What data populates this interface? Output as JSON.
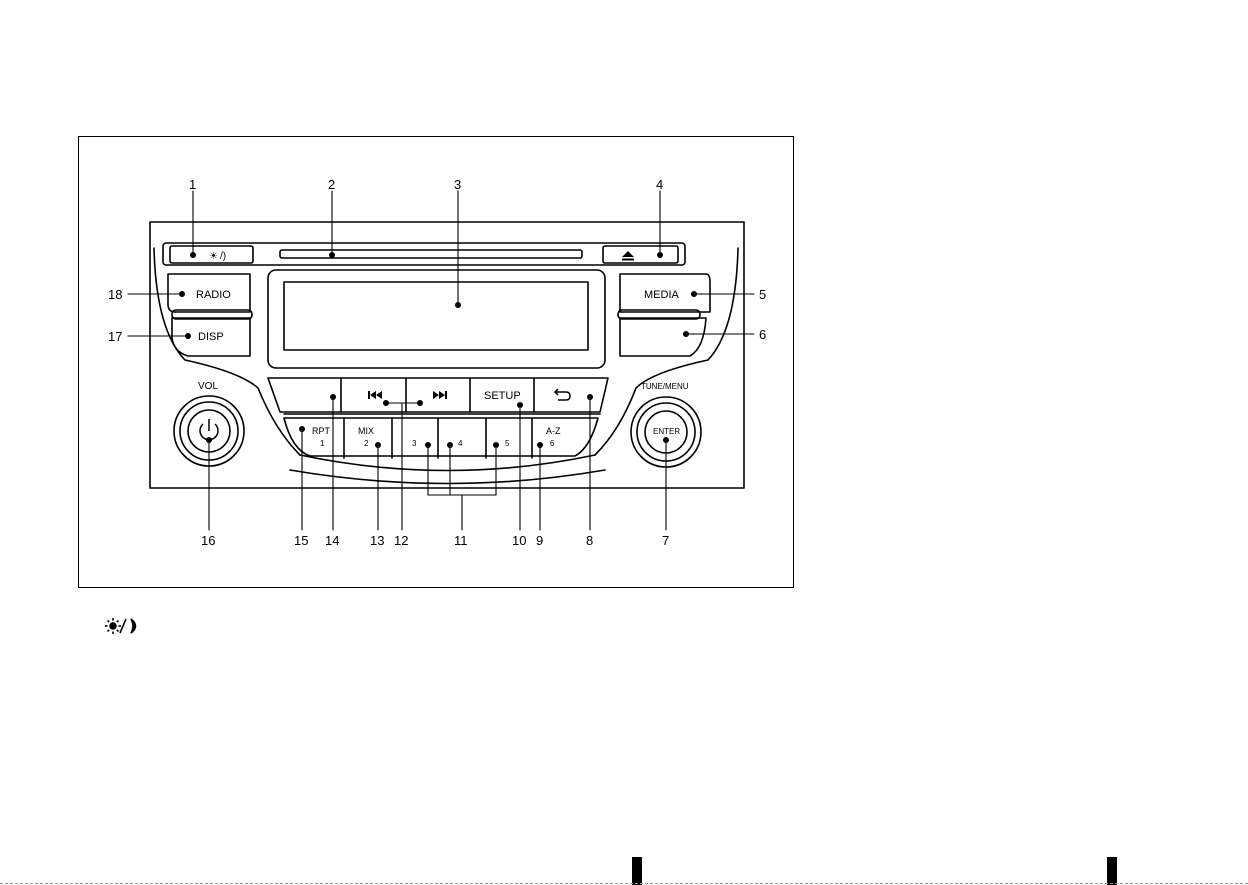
{
  "figure": {
    "callouts": [
      "1",
      "2",
      "3",
      "4",
      "5",
      "6",
      "7",
      "8",
      "9",
      "10",
      "11",
      "12",
      "13",
      "14",
      "15",
      "16",
      "17",
      "18"
    ],
    "unit_labels": {
      "radio": "RADIO",
      "disp": "DISP",
      "media": "MEDIA",
      "vol": "VOL",
      "tune_menu": "TUNE/MENU",
      "enter": "ENTER",
      "setup": "SETUP",
      "rpt": "RPT",
      "mix": "MIX",
      "a_z": "A-Z",
      "preset_1": "1",
      "preset_2": "2",
      "preset_3": "3",
      "preset_4": "4",
      "preset_5": "5",
      "preset_6": "6"
    },
    "icons": [
      "day-night-icon",
      "eject-icon",
      "previous-track-icon",
      "next-track-icon",
      "back-arrow-icon",
      "power-icon"
    ]
  }
}
